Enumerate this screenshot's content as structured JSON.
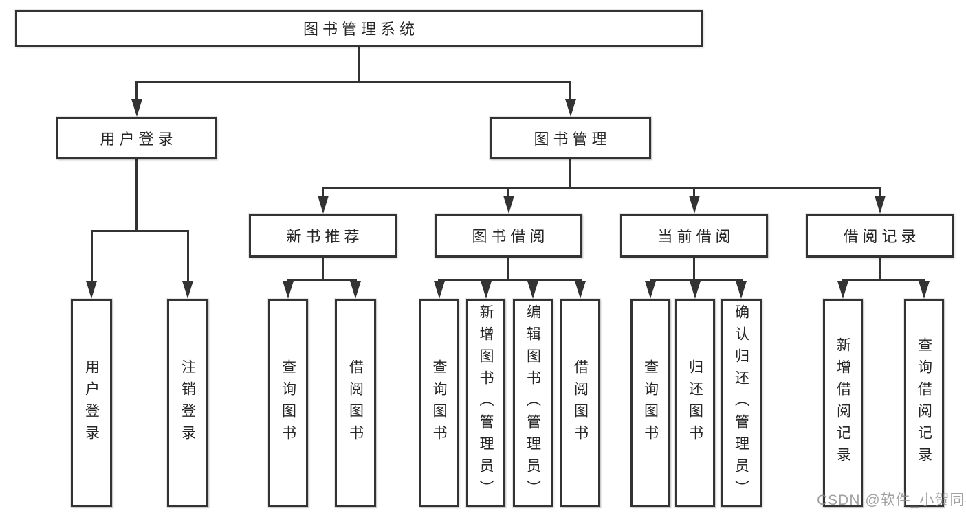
{
  "diagram": {
    "title": "图书管理系统",
    "watermark": "CSDN @软件_小贺同学",
    "colors": {
      "background": "#ffffff",
      "line": "#333333",
      "box_border": "#333333",
      "text": "#262626",
      "watermark": "#8c8c8c"
    },
    "nodes": [
      {
        "id": "root",
        "label": "图书管理系统",
        "writing": "horizontal"
      },
      {
        "id": "user-login",
        "label": "用户登录",
        "writing": "horizontal"
      },
      {
        "id": "book-mgmt",
        "label": "图书管理",
        "writing": "horizontal"
      },
      {
        "id": "new-book-rec",
        "label": "新书推荐",
        "writing": "horizontal"
      },
      {
        "id": "book-borrow",
        "label": "图书借阅",
        "writing": "horizontal"
      },
      {
        "id": "current-borrow",
        "label": "当前借阅",
        "writing": "horizontal"
      },
      {
        "id": "borrow-record",
        "label": "借阅记录",
        "writing": "horizontal"
      },
      {
        "id": "leaf-user-login",
        "label": "用户登录",
        "writing": "vertical"
      },
      {
        "id": "leaf-logout",
        "label": "注销登录",
        "writing": "vertical"
      },
      {
        "id": "leaf-rec-query",
        "label": "查询图书",
        "writing": "vertical"
      },
      {
        "id": "leaf-rec-borrow",
        "label": "借阅图书",
        "writing": "vertical"
      },
      {
        "id": "leaf-bb-query",
        "label": "查询图书",
        "writing": "vertical"
      },
      {
        "id": "leaf-bb-add",
        "label": "新增图书（管理员）",
        "writing": "vertical"
      },
      {
        "id": "leaf-bb-edit",
        "label": "编辑图书（管理员）",
        "writing": "vertical"
      },
      {
        "id": "leaf-bb-borrow",
        "label": "借阅图书",
        "writing": "vertical"
      },
      {
        "id": "leaf-cb-query",
        "label": "查询图书",
        "writing": "vertical"
      },
      {
        "id": "leaf-cb-return",
        "label": "归还图书",
        "writing": "vertical"
      },
      {
        "id": "leaf-cb-confirm",
        "label": "确认归还（管理员）",
        "writing": "vertical"
      },
      {
        "id": "leaf-br-add",
        "label": "新增借阅记录",
        "writing": "vertical"
      },
      {
        "id": "leaf-br-query",
        "label": "查询借阅记录",
        "writing": "vertical"
      }
    ],
    "edges": [
      {
        "from": "root",
        "to": [
          "user-login",
          "book-mgmt"
        ]
      },
      {
        "from": "user-login",
        "to": [
          "leaf-user-login",
          "leaf-logout"
        ]
      },
      {
        "from": "book-mgmt",
        "to": [
          "new-book-rec",
          "book-borrow",
          "current-borrow",
          "borrow-record"
        ]
      },
      {
        "from": "new-book-rec",
        "to": [
          "leaf-rec-query",
          "leaf-rec-borrow"
        ]
      },
      {
        "from": "book-borrow",
        "to": [
          "leaf-bb-query",
          "leaf-bb-add",
          "leaf-bb-edit",
          "leaf-bb-borrow"
        ]
      },
      {
        "from": "current-borrow",
        "to": [
          "leaf-cb-query",
          "leaf-cb-return",
          "leaf-cb-confirm"
        ]
      },
      {
        "from": "borrow-record",
        "to": [
          "leaf-br-add",
          "leaf-br-query"
        ]
      }
    ]
  }
}
